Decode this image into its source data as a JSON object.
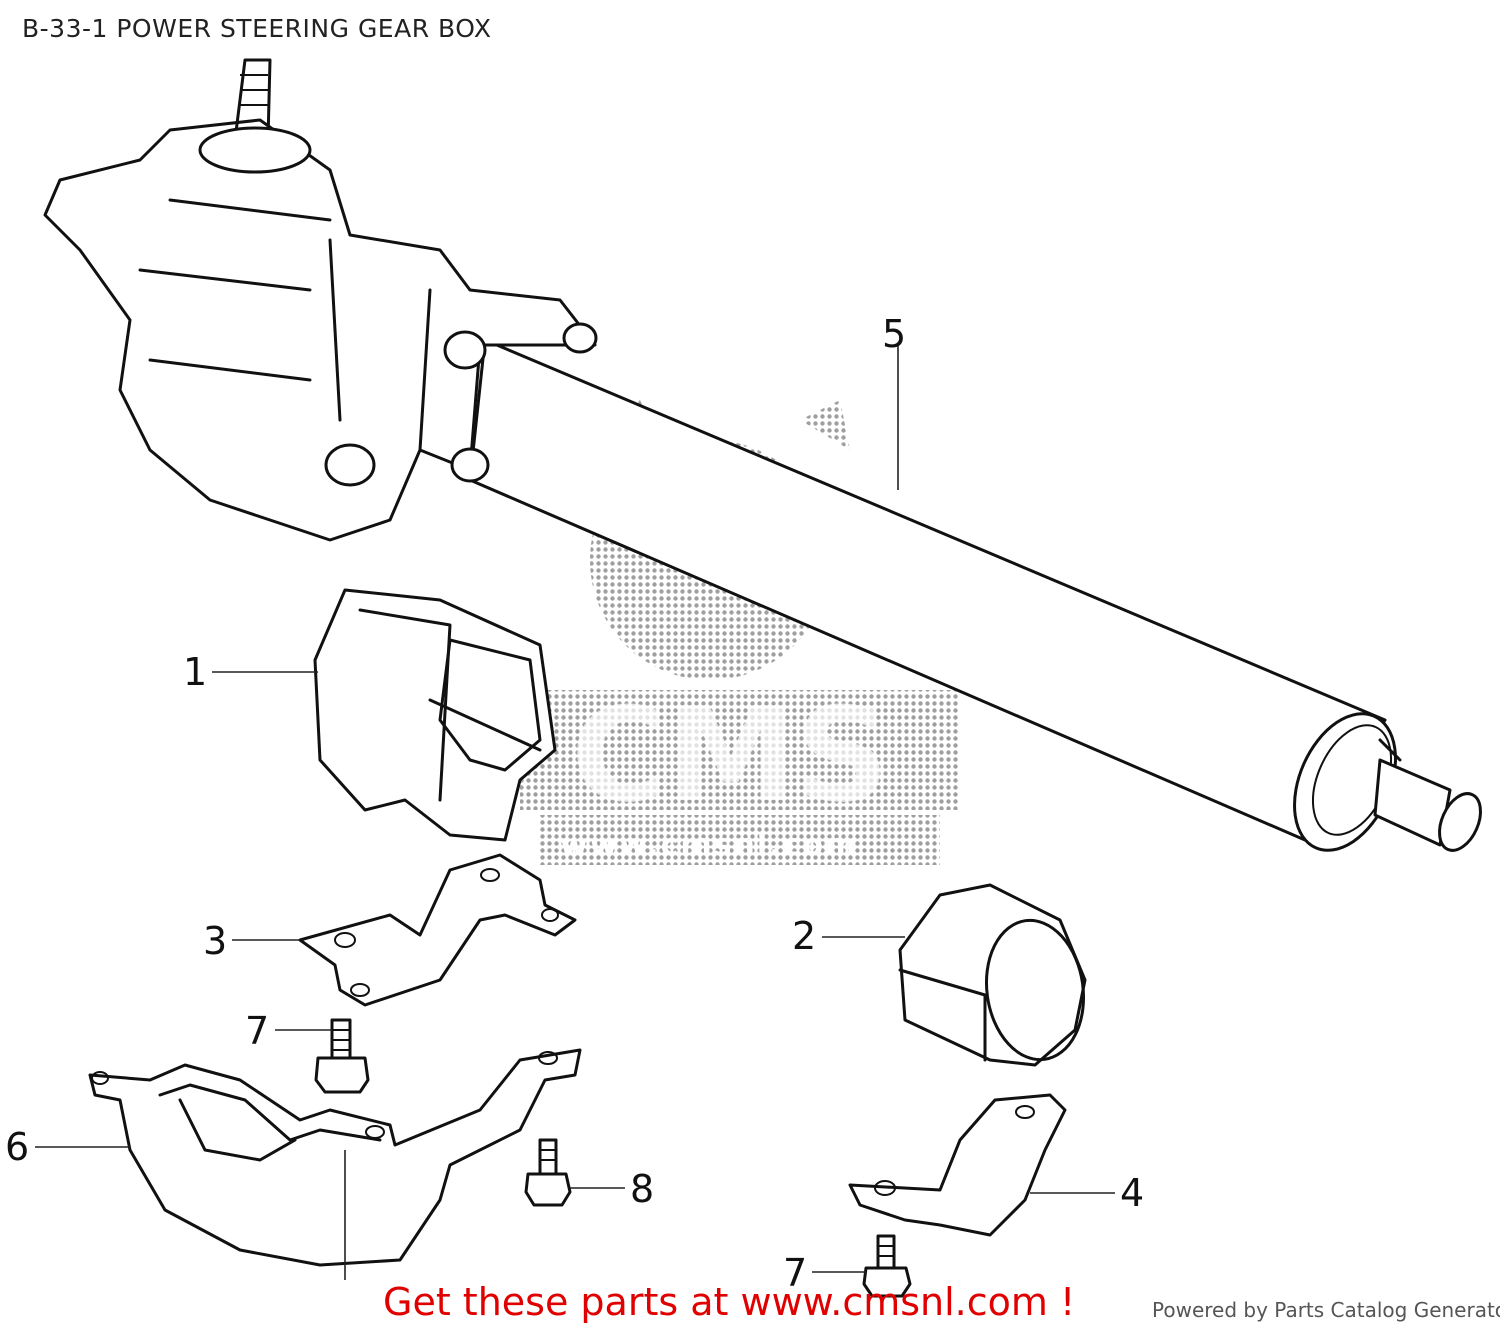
{
  "title": "B-33-1 POWER STEERING GEAR BOX",
  "watermark": {
    "logo": "CMS",
    "url": "www.cmsnl.com"
  },
  "callouts": [
    {
      "number": "5",
      "part": "steering-rack-housing"
    },
    {
      "number": "1",
      "part": "rubber-mount-left"
    },
    {
      "number": "2",
      "part": "rubber-mount-right"
    },
    {
      "number": "3",
      "part": "bracket-left"
    },
    {
      "number": "4",
      "part": "bracket-right"
    },
    {
      "number": "6",
      "part": "gear-box-cover"
    },
    {
      "number": "7",
      "part": "bolt-upper"
    },
    {
      "number": "7",
      "part": "bolt-lower"
    },
    {
      "number": "8",
      "part": "bolt"
    }
  ],
  "footer": {
    "cta": "Get these parts at www.cmsnl.com !",
    "credit": "Powered by Parts Catalog Generator"
  },
  "colors": {
    "cta": "#e00000",
    "line": "#111111",
    "watermark": "#9a9a9a"
  }
}
